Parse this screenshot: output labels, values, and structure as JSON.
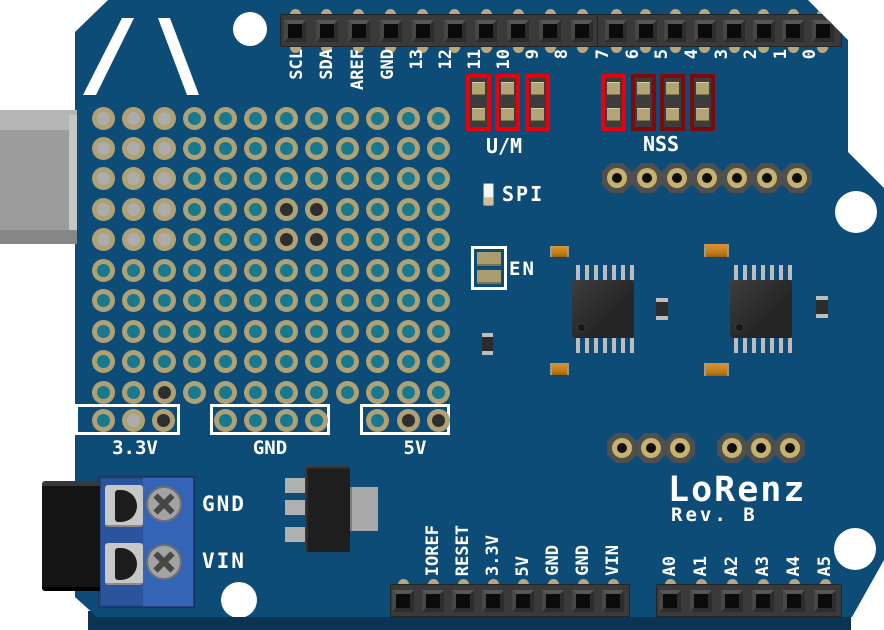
{
  "colors": {
    "background": "#FFFFFF",
    "board": "#0E4C78",
    "board_edge": "#0B3454",
    "silkscreen": "#FFFFFF",
    "hole_ring": "#AFA173",
    "hole_teal": "#18798E",
    "hole_gray": "#ACACAC",
    "hole_black": "#2E2E2E",
    "header_strip": "#3A3A3A",
    "pin_core": "#0B0B0B",
    "pad_tan": "#B5A77B",
    "jumper_body": "#3C3C3C",
    "jumper_pad": "#B3A478",
    "red_bright": "#E8000D",
    "red_dark": "#7E0B0B",
    "socket_body": "#4F4F4F",
    "socket_ring": "#C6B26B",
    "ic_pin": "#BDBDBD"
  },
  "brand": {
    "name": "LoRenz",
    "revision": "Rev. B"
  },
  "headers": {
    "top_left": {
      "pin_labels": [
        "SCL",
        "SDA",
        "AREF",
        "GND",
        "13",
        "12",
        "11",
        "10",
        "9",
        "8"
      ]
    },
    "top_right": {
      "pin_labels": [
        "7",
        "6",
        "5",
        "4",
        "3",
        "2",
        "1",
        "0"
      ]
    },
    "bottom_power": {
      "pin_labels": [
        "IOREF",
        "RESET",
        "3.3V",
        "5V",
        "GND",
        "GND",
        "VIN"
      ]
    },
    "bottom_analog": {
      "pin_labels": [
        "A0",
        "A1",
        "A2",
        "A3",
        "A4",
        "A5"
      ]
    }
  },
  "jumper_groups": {
    "um": {
      "label": "U/M",
      "blocks": [
        {
          "highlight": "bright"
        },
        {
          "highlight": "bright"
        },
        {
          "highlight": "bright"
        }
      ]
    },
    "nss": {
      "label": "NSS",
      "blocks": [
        {
          "highlight": "bright"
        },
        {
          "highlight": "dark"
        },
        {
          "highlight": "dark"
        },
        {
          "highlight": "dark"
        }
      ]
    }
  },
  "indicators": {
    "spi_label": "SPI",
    "en_label": "EN"
  },
  "power_rails": [
    {
      "label": "3.3V",
      "holes": [
        "teal",
        "gray",
        "black"
      ]
    },
    {
      "label": "GND",
      "holes": [
        "teal",
        "teal",
        "teal",
        "teal"
      ]
    },
    {
      "label": "5V",
      "holes": [
        "teal",
        "black",
        "black"
      ]
    }
  ],
  "screw_terminal": {
    "labels": [
      "GND",
      "VIN"
    ]
  },
  "proto_grid": {
    "cols": 12,
    "rows": 10,
    "silver_block": {
      "col_range": [
        0,
        2
      ],
      "row_range": [
        0,
        4
      ]
    },
    "dark_holes": [
      [
        6,
        3
      ],
      [
        7,
        3
      ],
      [
        6,
        4
      ],
      [
        7,
        4
      ],
      [
        2,
        9
      ]
    ]
  }
}
